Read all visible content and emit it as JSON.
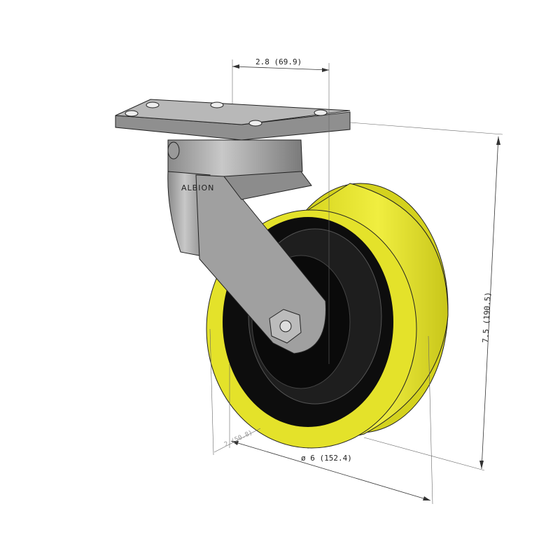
{
  "drawing": {
    "brand_label": "ALBION",
    "dimensions": {
      "plate_hole_spacing": "2.8 (69.9)",
      "overall_height": "7.5 (190.5)",
      "wheel_diameter": "ø 6 (152.4)",
      "wheel_width": "2 (50.8)"
    },
    "colors": {
      "tread": "#e8e62a",
      "hub": "#111111",
      "metal": "#a8a8a8"
    }
  }
}
